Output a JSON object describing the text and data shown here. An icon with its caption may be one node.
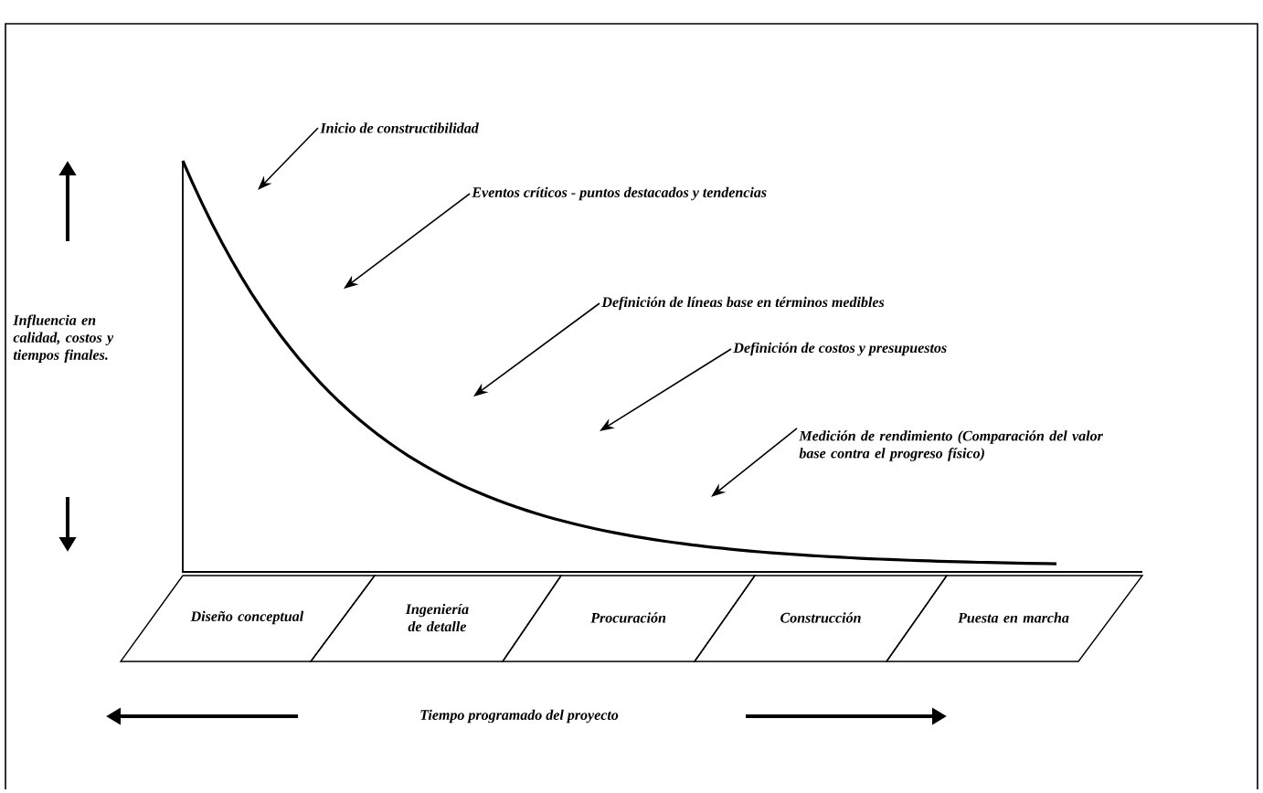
{
  "diagram": {
    "nodes": [
      {
        "text": [
          "Inicio de constructibilidad"
        ]
      },
      {
        "text": [
          "Eventos críticos - puntos destacados y tendencias"
        ]
      },
      {
        "text": [
          "Definición de líneas base en términos medibles"
        ]
      },
      {
        "text": [
          "Definición de costos y presupuestos"
        ]
      },
      {
        "text": [
          "Medición de rendimiento (Comparación del valor base contra el progreso físico)"
        ]
      },
      {
        "text": [
          "Diseño conceptual"
        ]
      },
      {
        "text": [
          "Ingeniería de detalle"
        ]
      },
      {
        "text": [
          "Procuración"
        ]
      },
      {
        "text": [
          "Construcción"
        ]
      },
      {
        "text": [
          "Puesta en marcha"
        ]
      }
    ],
    "edges": [
      {
        "from": 0,
        "to": null,
        "arrow": "to"
      },
      {
        "from": 1,
        "to": null,
        "arrow": "to"
      },
      {
        "from": 2,
        "to": null,
        "arrow": "to"
      },
      {
        "from": 3,
        "to": null,
        "arrow": "to"
      },
      {
        "from": 4,
        "to": null,
        "arrow": "to"
      }
    ],
    "labels": [
      "Influencia en calidad, costos y tiempos finales.",
      "Tiempo programado del proyecto"
    ]
  }
}
